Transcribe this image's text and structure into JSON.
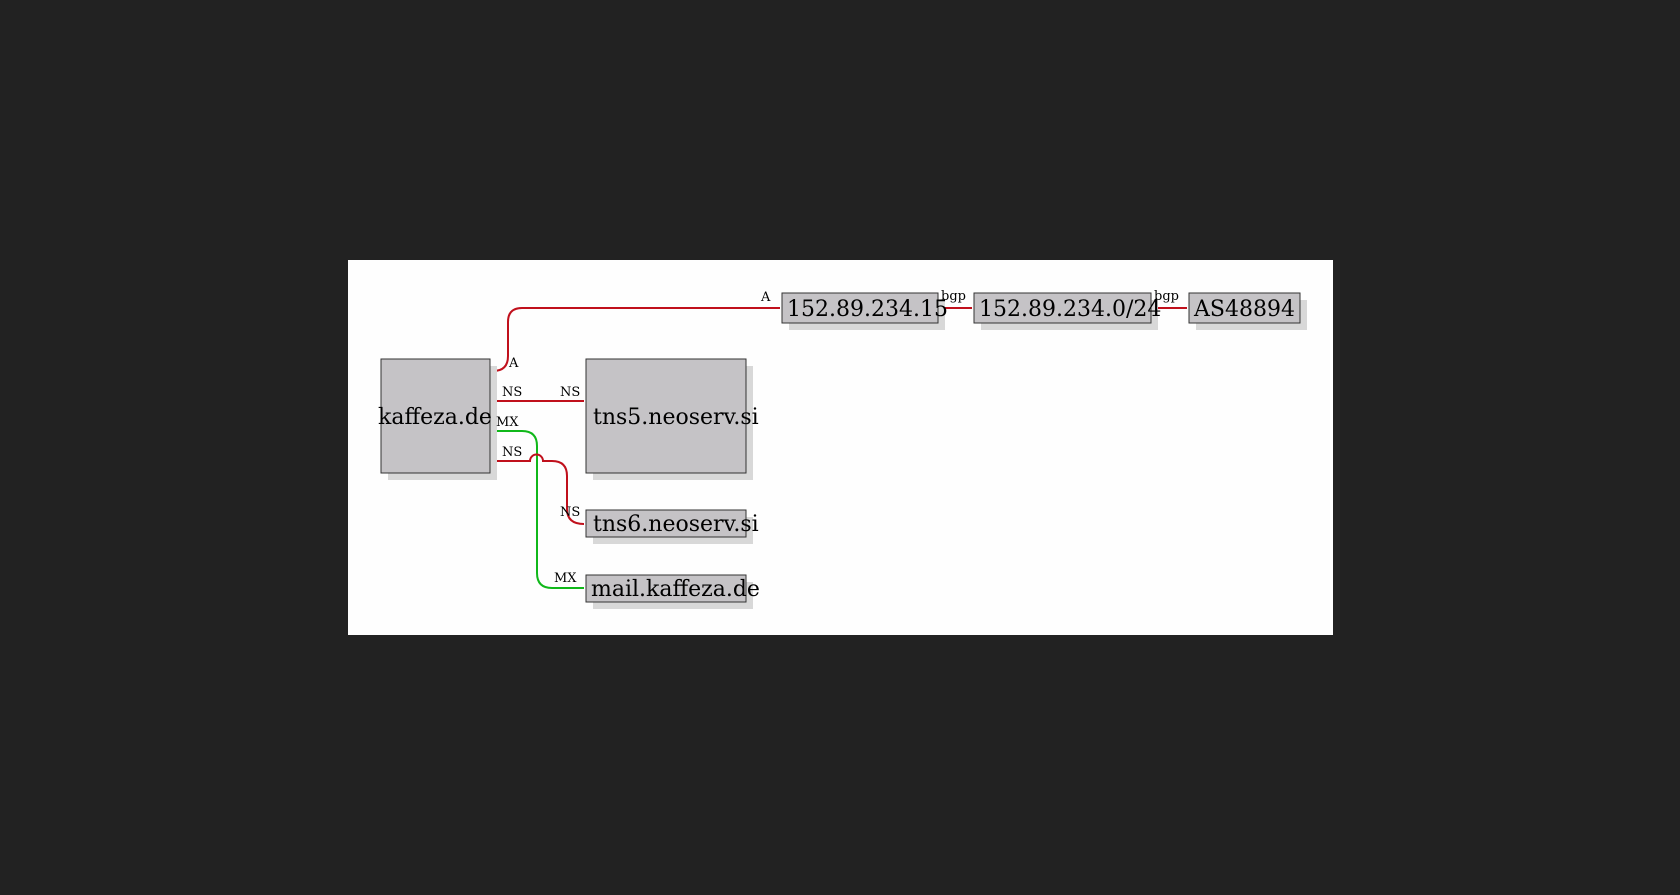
{
  "colors": {
    "backdrop": "#222222",
    "canvas": "#fefefe",
    "node_fill": "#c5c3c6",
    "node_stroke": "#333333",
    "node_shadow": "#d8d8d8",
    "edge_red": "#c0101c",
    "edge_green": "#10b81a"
  },
  "nodes": [
    {
      "id": "kaffeza",
      "label": "kaffeza.de"
    },
    {
      "id": "tns5",
      "label": "tns5.neoserv.si"
    },
    {
      "id": "tns6",
      "label": "tns6.neoserv.si"
    },
    {
      "id": "mail",
      "label": "mail.kaffeza.de"
    },
    {
      "id": "ip",
      "label": "152.89.234.15"
    },
    {
      "id": "prefix",
      "label": "152.89.234.0/24"
    },
    {
      "id": "asn",
      "label": "AS48894"
    }
  ],
  "edges": [
    {
      "id": "a",
      "from": "kaffeza",
      "to": "ip",
      "type": "A",
      "labels": [
        "A",
        "A"
      ]
    },
    {
      "id": "ns5",
      "from": "kaffeza",
      "to": "tns5",
      "type": "NS",
      "labels": [
        "NS",
        "NS"
      ]
    },
    {
      "id": "mx",
      "from": "kaffeza",
      "to": "mail",
      "type": "MX",
      "labels": [
        "MX",
        "MX"
      ]
    },
    {
      "id": "ns6",
      "from": "kaffeza",
      "to": "tns6",
      "type": "NS",
      "labels": [
        "NS",
        "NS"
      ]
    },
    {
      "id": "bgp1",
      "from": "ip",
      "to": "prefix",
      "type": "bgp",
      "labels": [
        "bgp"
      ]
    },
    {
      "id": "bgp2",
      "from": "prefix",
      "to": "asn",
      "type": "bgp",
      "labels": [
        "bgp"
      ]
    }
  ]
}
